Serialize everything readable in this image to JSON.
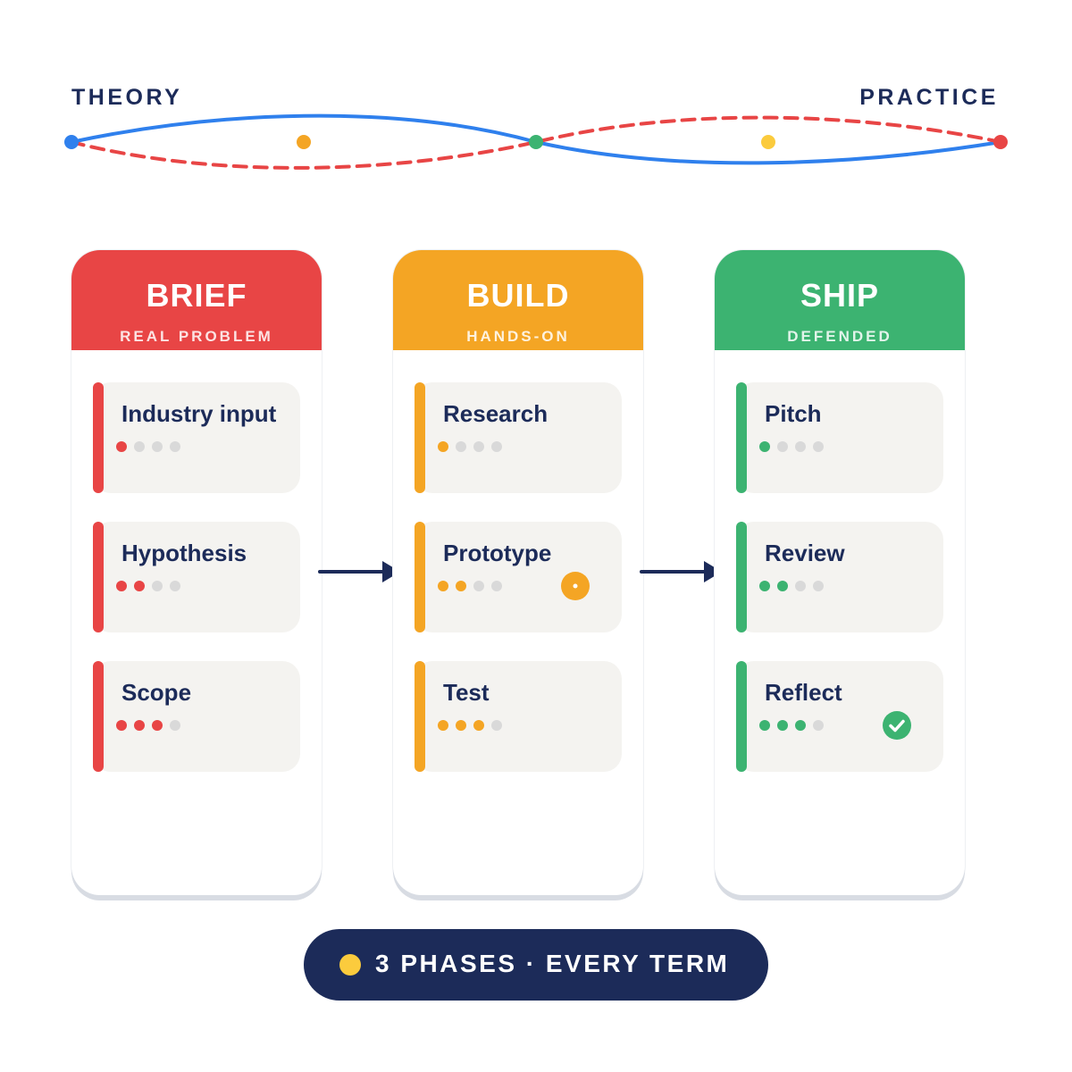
{
  "wave": {
    "left_label": "THEORY",
    "right_label": "PRACTICE",
    "colors": {
      "theory_line": "#2f80ed",
      "practice_line": "#e84545",
      "node_left": "#2f80ed",
      "node_mid": "#3cb371",
      "node_right": "#e84545",
      "marker_left": "#f4a524",
      "marker_right": "#fbcb3d"
    }
  },
  "columns": [
    {
      "title": "BRIEF",
      "subtitle": "REAL PROBLEM",
      "color": "#e84545",
      "cards": [
        {
          "title": "Industry input",
          "progress": 1,
          "of": 4
        },
        {
          "title": "Hypothesis",
          "progress": 2,
          "of": 4
        },
        {
          "title": "Scope",
          "progress": 3,
          "of": 4
        }
      ]
    },
    {
      "title": "BUILD",
      "subtitle": "HANDS-ON",
      "color": "#f4a524",
      "cards": [
        {
          "title": "Research",
          "progress": 1,
          "of": 4
        },
        {
          "title": "Prototype",
          "progress": 2,
          "of": 4,
          "badge": "in-progress-icon"
        },
        {
          "title": "Test",
          "progress": 3,
          "of": 4
        }
      ]
    },
    {
      "title": "SHIP",
      "subtitle": "DEFENDED",
      "color": "#3cb371",
      "cards": [
        {
          "title": "Pitch",
          "progress": 1,
          "of": 4
        },
        {
          "title": "Review",
          "progress": 2,
          "of": 4
        },
        {
          "title": "Reflect",
          "progress": 3,
          "of": 4,
          "badge": "check-icon"
        }
      ]
    }
  ],
  "footer": {
    "text": "3 PHASES · EVERY TERM",
    "dot_color": "#fbcb3d",
    "background": "#1c2b59"
  }
}
